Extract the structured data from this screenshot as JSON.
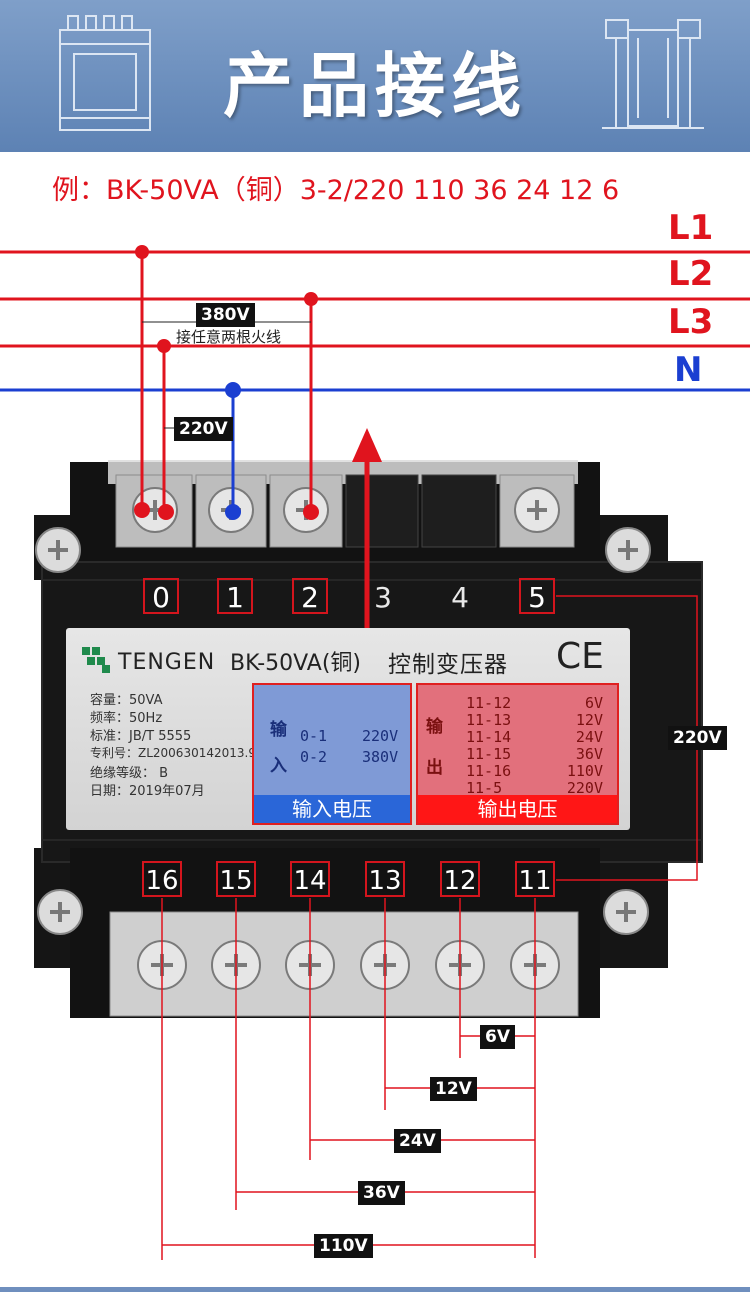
{
  "banner": {
    "title": "产品接线"
  },
  "model_example": "例：BK-50VA（铜）3-2/220 110 36 24 12 6",
  "phases": [
    {
      "label": "L1",
      "color": "#e0141e"
    },
    {
      "label": "L2",
      "color": "#e0141e"
    },
    {
      "label": "L3",
      "color": "#e0141e"
    },
    {
      "label": "N",
      "color": "#1b3fd1"
    }
  ],
  "wiring": {
    "v380_label": "380V",
    "any_two_live_note": "接任意两根火线",
    "v220_in_label": "220V",
    "v220_out_label": "220V",
    "accent_red": "#e0141e",
    "neutral_blue": "#1b3fd1"
  },
  "top_terminals": [
    {
      "num": "0",
      "boxed": true
    },
    {
      "num": "1",
      "boxed": true
    },
    {
      "num": "2",
      "boxed": true
    },
    {
      "num": "3",
      "boxed": false
    },
    {
      "num": "4",
      "boxed": false
    },
    {
      "num": "5",
      "boxed": true
    }
  ],
  "bottom_terminals": [
    "16",
    "15",
    "14",
    "13",
    "12",
    "11"
  ],
  "nameplate": {
    "brand": "TENGEN",
    "model": "BK-50VA(铜)",
    "product_name": "控制变压器",
    "ce_mark": "CE",
    "specs": [
      "容量：50VA",
      "频率：50Hz",
      "标准：JB/T 5555",
      "专利号：ZL200630142013.9",
      "绝缘等级：  B",
      "日期：2019年07月"
    ],
    "input": {
      "side_label_1": "输",
      "side_label_2": "入",
      "rows": [
        {
          "pins": "0-1",
          "volt": "220V"
        },
        {
          "pins": "0-2",
          "volt": "380V"
        }
      ],
      "title": "输入电压"
    },
    "output": {
      "side_label_1": "输",
      "side_label_2": "出",
      "rows": [
        {
          "pins": "11-12",
          "volt": "6V"
        },
        {
          "pins": "11-13",
          "volt": "12V"
        },
        {
          "pins": "11-14",
          "volt": "24V"
        },
        {
          "pins": "11-15",
          "volt": "36V"
        },
        {
          "pins": "11-16",
          "volt": "110V"
        },
        {
          "pins": "11-5",
          "volt": "220V"
        }
      ],
      "title": "输出电压"
    }
  },
  "output_taps": [
    "6V",
    "12V",
    "24V",
    "36V",
    "110V"
  ]
}
